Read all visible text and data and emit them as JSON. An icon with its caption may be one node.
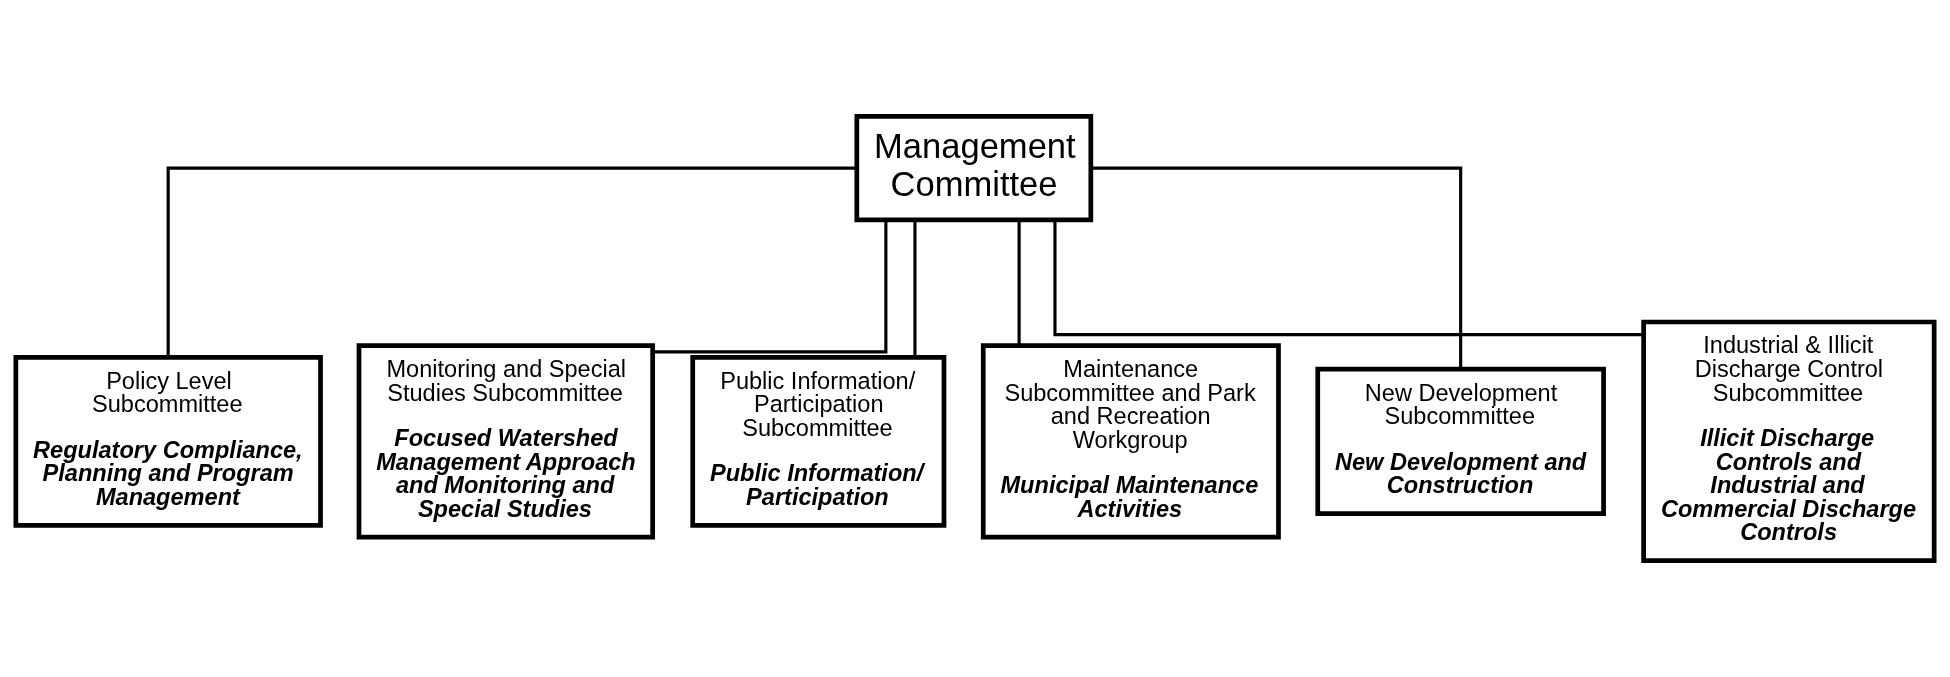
{
  "diagram": {
    "nodes": [
      {
        "text": [
          "Management Committee"
        ]
      },
      {
        "text": [
          "Policy Level Subcommittee",
          "Regulatory Compliance, Planning and Program Management"
        ]
      },
      {
        "text": [
          "Monitoring and Special Studies Subcommittee",
          "Focused Watershed Management Approach and Monitoring and Special Studies"
        ]
      },
      {
        "text": [
          "Public Information/ Participation Subcommittee",
          "Public Information/ Participation"
        ]
      },
      {
        "text": [
          "Maintenance Subcommittee and Park and Recreation Workgroup",
          "Municipal Maintenance Activities"
        ]
      },
      {
        "text": [
          "New Development Subcommittee",
          "New Development and Construction"
        ]
      },
      {
        "text": [
          "Industrial & Illicit Discharge Control Subcommittee",
          "Illicit Discharge Controls and Industrial and Commercial Discharge Controls"
        ]
      }
    ],
    "edges": [
      {
        "from": 0,
        "to": 1,
        "arrow": "none"
      },
      {
        "from": 0,
        "to": 2,
        "arrow": "none"
      },
      {
        "from": 0,
        "to": 3,
        "arrow": "none"
      },
      {
        "from": 0,
        "to": 4,
        "arrow": "none"
      },
      {
        "from": 0,
        "to": 5,
        "arrow": "none"
      },
      {
        "from": 0,
        "to": 6,
        "arrow": "none"
      }
    ]
  }
}
